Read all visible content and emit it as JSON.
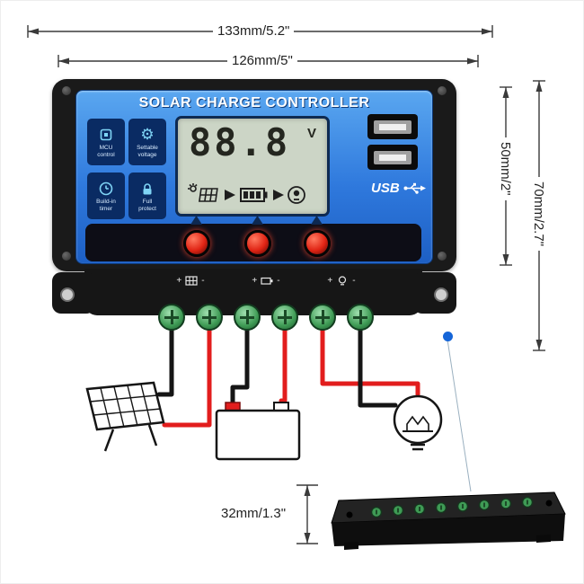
{
  "dimensions": {
    "top_outer": "133mm/5.2\"",
    "top_inner": "126mm/5\"",
    "right_inner": "50mm/2\"",
    "right_outer": "70mm/2.7\"",
    "side_height": "32mm/1.3\""
  },
  "device": {
    "title": "SOLAR CHARGE CONTROLLER",
    "lcd": {
      "value": "88.8",
      "unit": "V"
    },
    "features": [
      {
        "line1": "MCU",
        "line2": "control"
      },
      {
        "line1": "Settable",
        "line2": "voltage"
      },
      {
        "line1": "Build-in",
        "line2": "timer"
      },
      {
        "line1": "Full",
        "line2": "protect"
      }
    ],
    "usb_label": "USB",
    "terminals": {
      "plus": "+",
      "minus": "-"
    }
  },
  "icons": {
    "gear": "⚙"
  },
  "colors": {
    "face_blue": "#2f79dd",
    "tile_navy": "#0a2b63",
    "wire_red": "#e21d1d",
    "wire_black": "#151515",
    "screw_green": "#3f9b55",
    "button_red": "#e02414",
    "marker_blue": "#1565d8"
  }
}
